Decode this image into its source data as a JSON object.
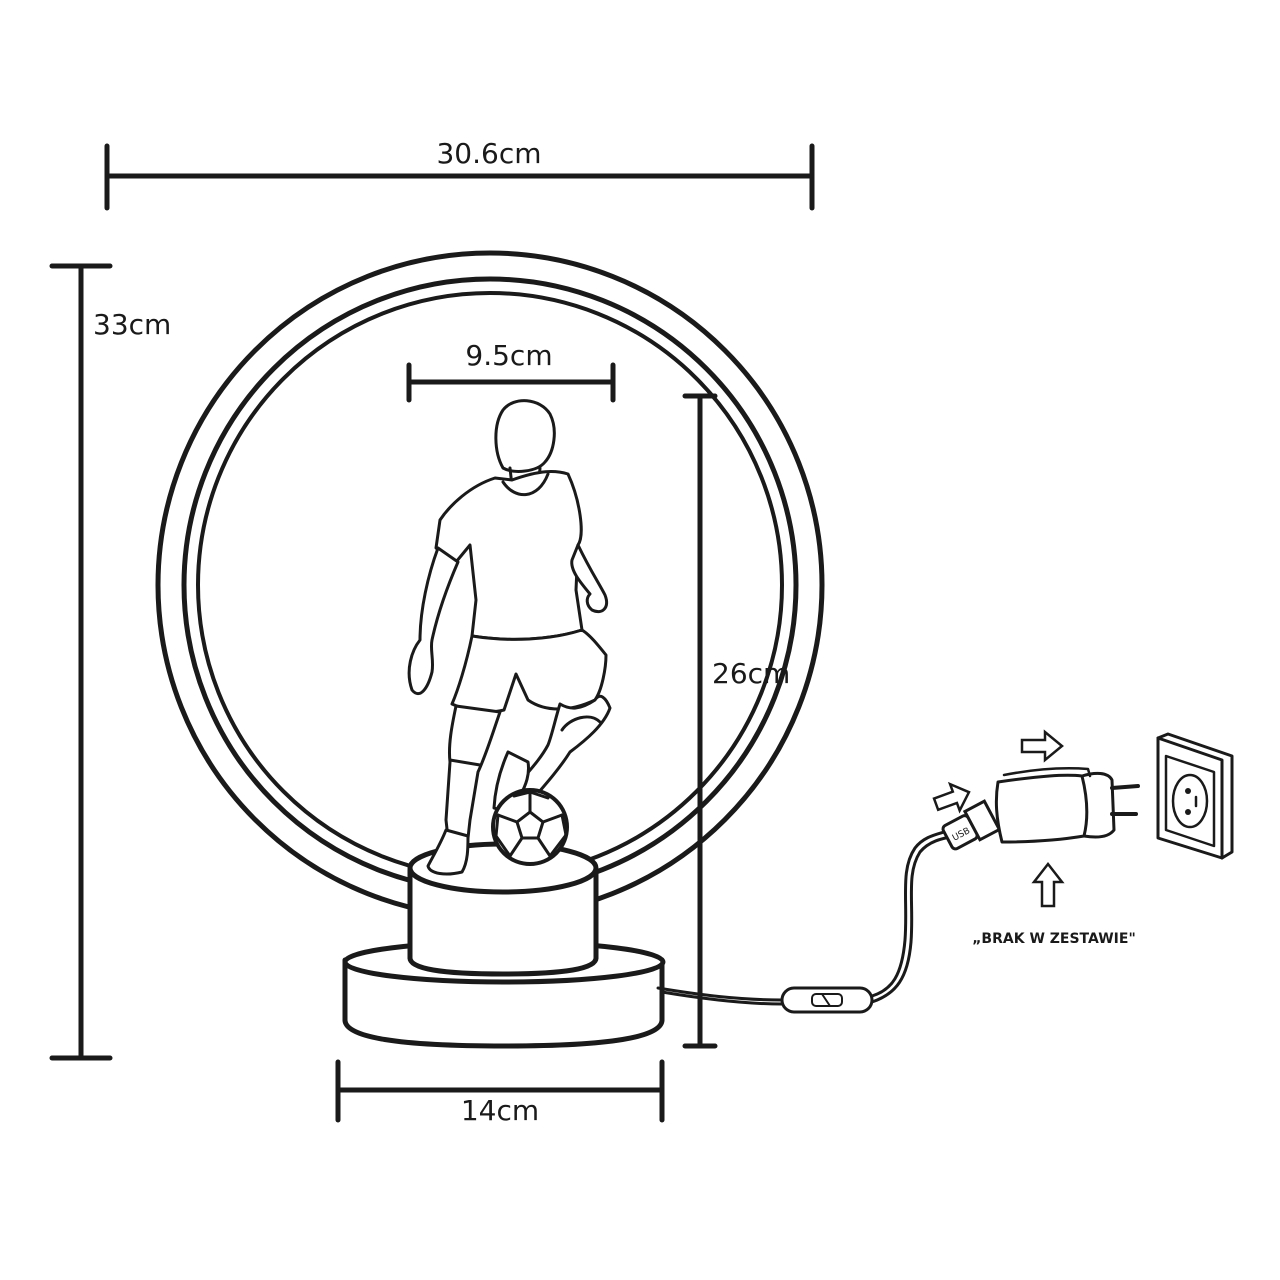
{
  "dimensions": {
    "total_width": "30.6cm",
    "total_height": "33cm",
    "figure_width": "9.5cm",
    "figure_height": "26cm",
    "base_width": "14cm"
  },
  "note": "„BRAK W ZESTAWIE\"",
  "usb_plug_text": "USB",
  "colors": {
    "line": "#1a1a1a",
    "background": "#ffffff"
  }
}
